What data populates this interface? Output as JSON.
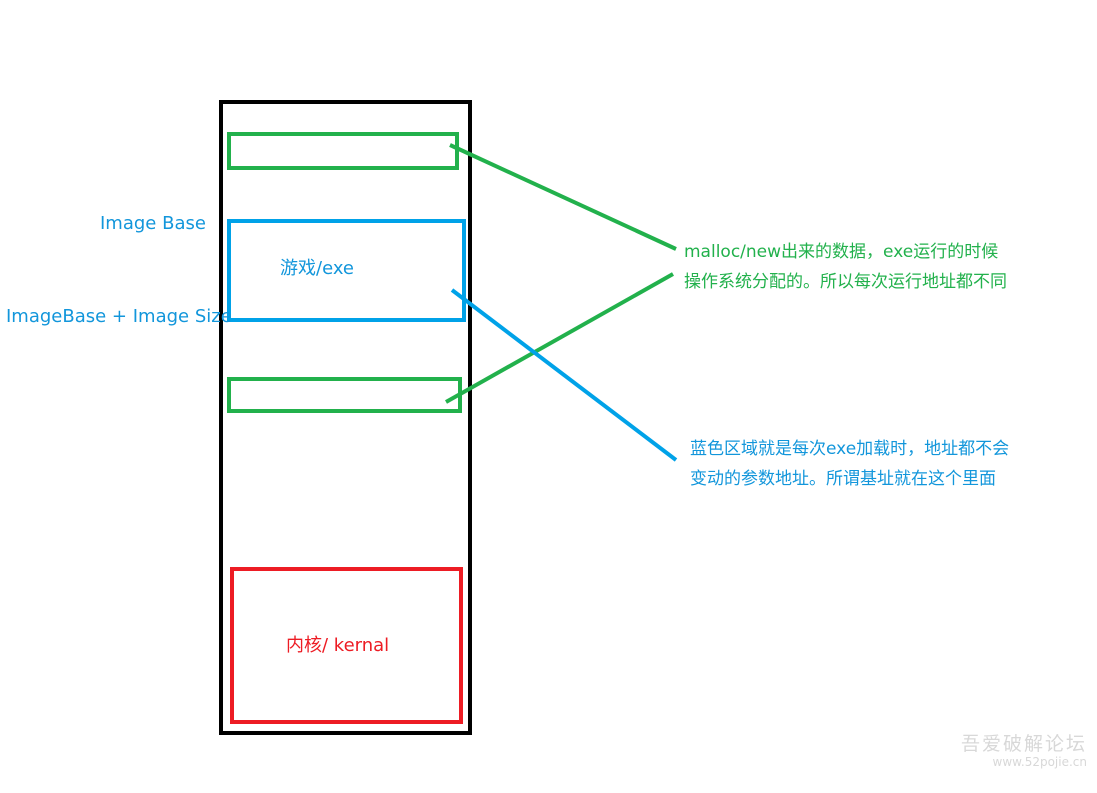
{
  "labels": {
    "image_base": "Image Base",
    "image_end": "ImageBase + Image Size",
    "exe_region": "游戏/exe",
    "kernel_region": "内核/ kernal"
  },
  "notes": {
    "heap": [
      "malloc/new出来的数据，exe运行的时候",
      "操作系统分配的。所以每次运行地址都不同"
    ],
    "image": [
      "蓝色区域就是每次exe加载时，地址都不会",
      "变动的参数地址。所谓基址就在这个里面"
    ]
  },
  "watermark": {
    "title": "吾爱破解论坛",
    "url": "www.52pojie.cn"
  },
  "colors": {
    "green": "#22b14c",
    "blue": "#00a2e8",
    "red": "#ed1c24",
    "black": "#000000"
  }
}
